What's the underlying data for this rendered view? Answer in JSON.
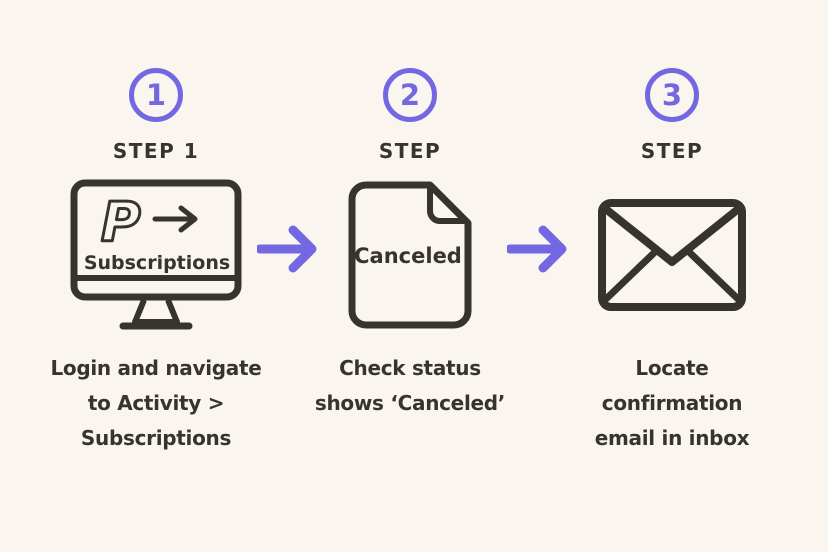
{
  "page": {
    "colors": {
      "bg": "#faf6ef",
      "ink": "#37332e",
      "accent": "#7468e2"
    }
  },
  "steps": [
    {
      "number": "1",
      "label": "STEP 1",
      "icon": "monitor-icon",
      "screen": {
        "logo": "P",
        "menu_label": "Subscriptions"
      },
      "caption_lines": [
        "Login and navigate",
        "to Activity >",
        "Subscriptions"
      ]
    },
    {
      "number": "2",
      "label": "STEP",
      "icon": "document-icon",
      "status_label": "Canceled",
      "caption_lines": [
        "Check status",
        "shows ‘Canceled’"
      ]
    },
    {
      "number": "3",
      "label": "STEP",
      "icon": "envelope-icon",
      "caption_lines": [
        "Locate",
        "confirmation",
        "email in inbox"
      ]
    }
  ]
}
